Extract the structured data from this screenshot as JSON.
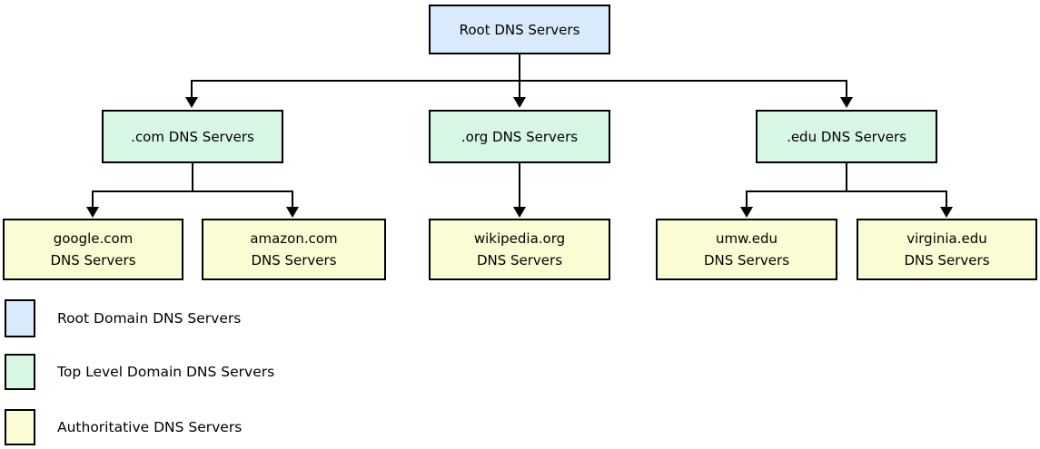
{
  "colors": {
    "root_fill": "#d9eafc",
    "tld_fill": "#d7f7e4",
    "authoritative_fill": "#fcfcd4",
    "line": "#000000",
    "background": "#ffffff"
  },
  "diagram": {
    "root": {
      "label": "Root DNS Servers"
    },
    "tld": [
      {
        "label": ".com DNS Servers"
      },
      {
        "label": ".org DNS Servers"
      },
      {
        "label": ".edu DNS Servers"
      }
    ],
    "authoritative": [
      {
        "label": "google.com\nDNS Servers"
      },
      {
        "label": "amazon.com\nDNS Servers"
      },
      {
        "label": "wikipedia.org\nDNS Servers"
      },
      {
        "label": "umw.edu\nDNS Servers"
      },
      {
        "label": "virginia.edu\nDNS Servers"
      }
    ]
  },
  "legend": {
    "items": [
      {
        "label": "Root Domain DNS Servers",
        "color": "#d9eafc"
      },
      {
        "label": "Top Level Domain DNS Servers",
        "color": "#d7f7e4"
      },
      {
        "label": "Authoritative DNS Servers",
        "color": "#fcfcd4"
      }
    ]
  }
}
